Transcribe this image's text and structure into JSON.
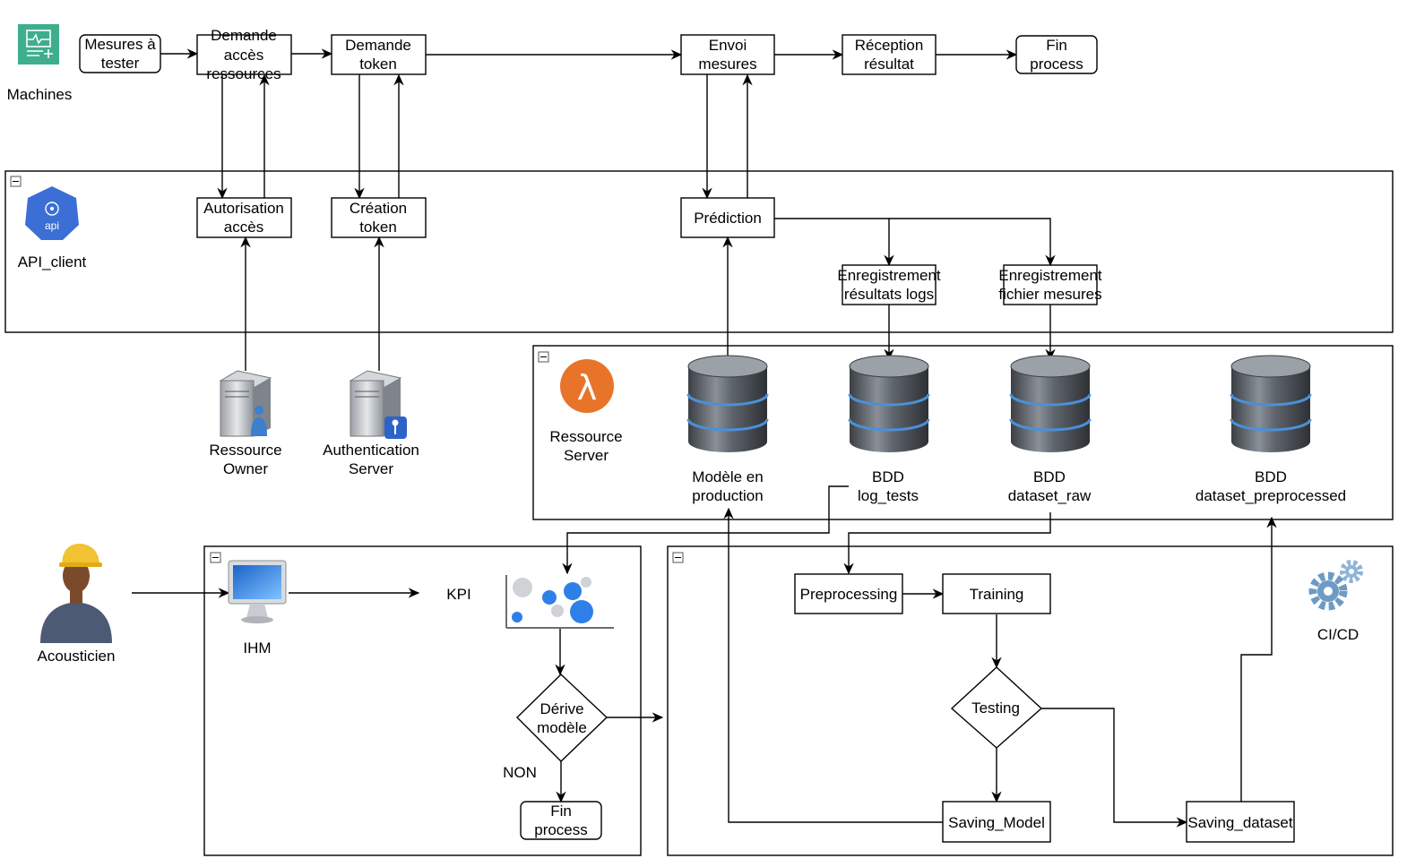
{
  "top_flow": {
    "machines_label": "Machines",
    "mesures": [
      "Mesures à",
      "tester"
    ],
    "demande_acces": [
      "Demande",
      "accès",
      "ressources"
    ],
    "demande_token": [
      "Demande",
      "token"
    ],
    "envoi_mesures": [
      "Envoi",
      "mesures"
    ],
    "reception": [
      "Réception",
      "résultat"
    ],
    "fin_process": [
      "Fin",
      "process"
    ]
  },
  "api_client": {
    "label": "API_client",
    "api_icon_text": "api",
    "autorisation": [
      "Autorisation",
      "accès"
    ],
    "creation_token": [
      "Création",
      "token"
    ],
    "prediction": "Prédiction",
    "enreg_logs": [
      "Enregistrement",
      "résultats logs"
    ],
    "enreg_mesures": [
      "Enregistrement",
      "fichier mesures"
    ]
  },
  "auth_servers": {
    "ressource_owner": [
      "Ressource",
      "Owner"
    ],
    "auth_server": [
      "Authentication",
      "Server"
    ]
  },
  "ressource_server": {
    "label": [
      "Ressource",
      "Server"
    ],
    "lambda_icon": "λ",
    "db_modele": [
      "Modèle en",
      "production"
    ],
    "db_logs": [
      "BDD",
      "log_tests"
    ],
    "db_raw": [
      "BDD",
      "dataset_raw"
    ],
    "db_preprocessed": [
      "BDD",
      "dataset_preprocessed"
    ]
  },
  "ihm_section": {
    "acousticien": "Acousticien",
    "ihm": "IHM",
    "kpi": "KPI",
    "derive": [
      "Dérive",
      "modèle"
    ],
    "non": "NON",
    "fin_process": [
      "Fin",
      "process"
    ]
  },
  "cicd": {
    "label": "CI/CD",
    "preprocessing": "Preprocessing",
    "training": "Training",
    "testing": "Testing",
    "saving_model": "Saving_Model",
    "saving_dataset": "Saving_dataset"
  },
  "colors": {
    "machines_icon": "#3fae8c",
    "api_icon": "#3b6fd6",
    "lambda_icon": "#e8742a",
    "db_body": "#5a5f66",
    "db_band": "#4a90d9",
    "bubble_blue": "#2f7fe8",
    "bubble_grey": "#cfd2d6",
    "gear": "#6e9bc4"
  }
}
